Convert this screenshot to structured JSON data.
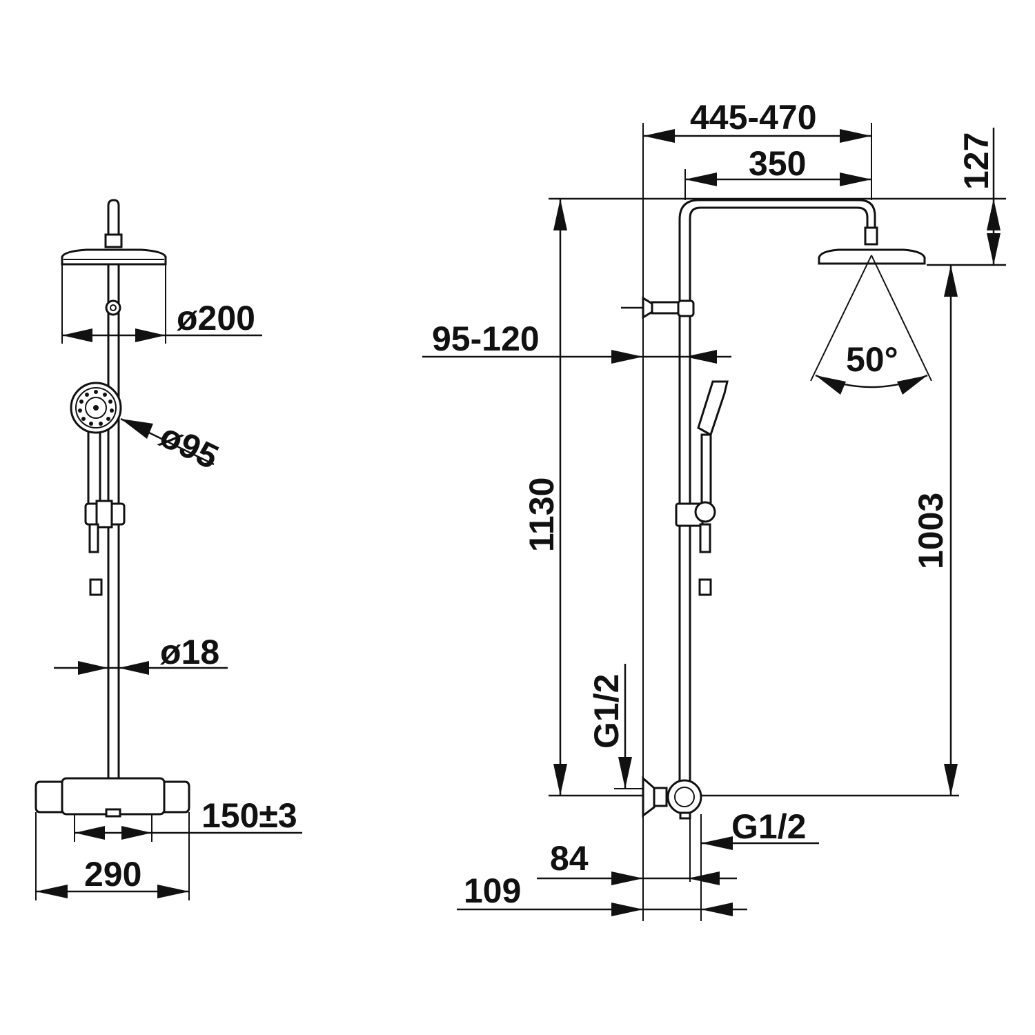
{
  "dimensions": {
    "head_diameter": "ø200",
    "hand_shower_diameter": "ø95",
    "rail_diameter": "ø18",
    "inlet_spacing": "150±3",
    "mixer_width": "290",
    "arm_length_total": "445-470",
    "arm_length": "350",
    "head_height": "127",
    "wall_distance": "95-120",
    "spray_angle": "50°",
    "height_to_arm": "1130",
    "height_to_head": "1003",
    "inlet_thread_left": "G1/2",
    "outlet_thread": "G1/2",
    "depth_84": "84",
    "depth_109": "109"
  }
}
